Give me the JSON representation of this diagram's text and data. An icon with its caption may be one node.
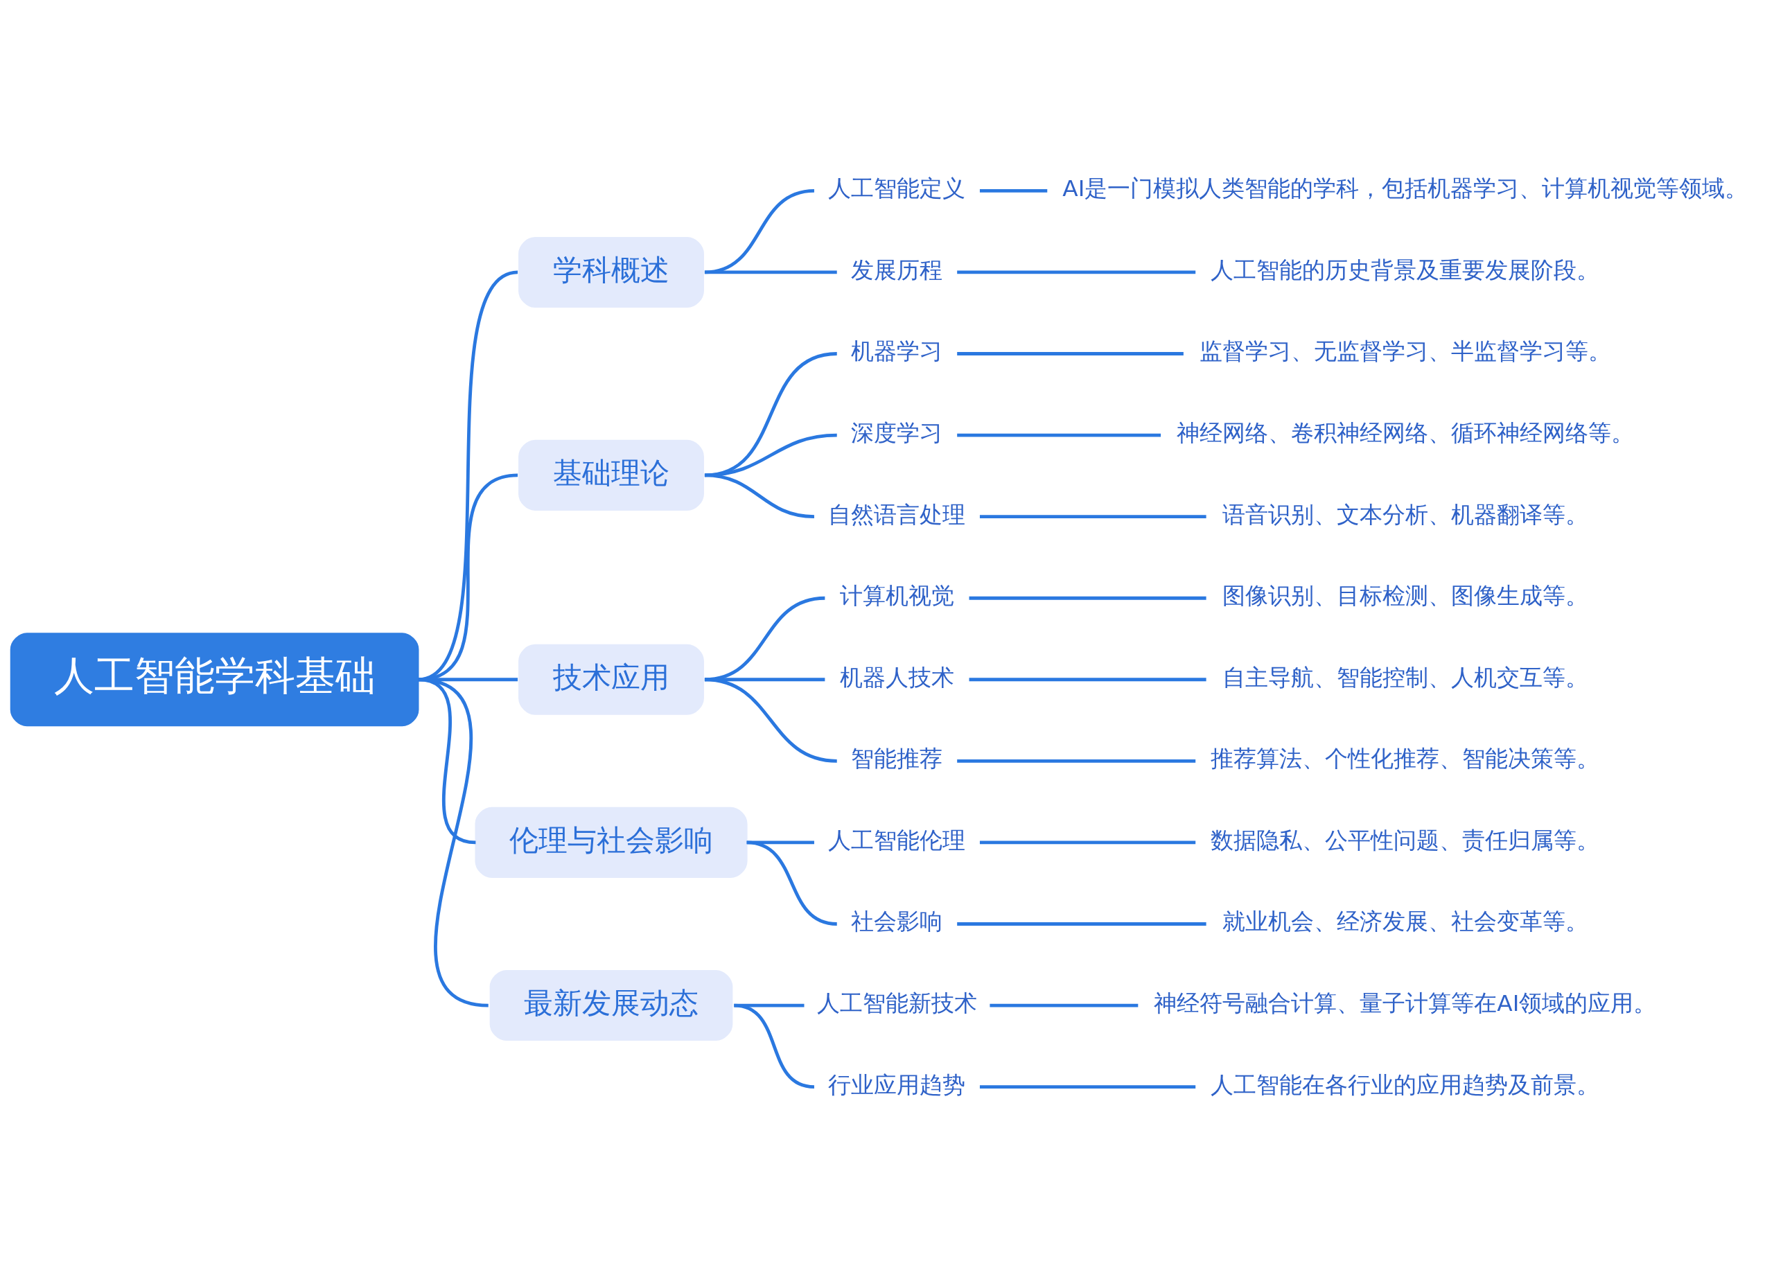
{
  "diagram": {
    "nodes": [
      {
        "text": [
          "人工智能学科基础"
        ]
      },
      {
        "text": [
          "学科概述"
        ]
      },
      {
        "text": [
          "人工智能定义"
        ]
      },
      {
        "text": [
          "AI是一门模拟人类智能的学科，包括机器学习、计算机视觉等领域。"
        ]
      },
      {
        "text": [
          "发展历程"
        ]
      },
      {
        "text": [
          "人工智能的历史背景及重要发展阶段。"
        ]
      },
      {
        "text": [
          "基础理论"
        ]
      },
      {
        "text": [
          "机器学习"
        ]
      },
      {
        "text": [
          "监督学习、无监督学习、半监督学习等。"
        ]
      },
      {
        "text": [
          "深度学习"
        ]
      },
      {
        "text": [
          "神经网络、卷积神经网络、循环神经网络等。"
        ]
      },
      {
        "text": [
          "自然语言处理"
        ]
      },
      {
        "text": [
          "语音识别、文本分析、机器翻译等。"
        ]
      },
      {
        "text": [
          "技术应用"
        ]
      },
      {
        "text": [
          "计算机视觉"
        ]
      },
      {
        "text": [
          "图像识别、目标检测、图像生成等。"
        ]
      },
      {
        "text": [
          "机器人技术"
        ]
      },
      {
        "text": [
          "自主导航、智能控制、人机交互等。"
        ]
      },
      {
        "text": [
          "智能推荐"
        ]
      },
      {
        "text": [
          "推荐算法、个性化推荐、智能决策等。"
        ]
      },
      {
        "text": [
          "伦理与社会影响"
        ]
      },
      {
        "text": [
          "人工智能伦理"
        ]
      },
      {
        "text": [
          "数据隐私、公平性问题、责任归属等。"
        ]
      },
      {
        "text": [
          "社会影响"
        ]
      },
      {
        "text": [
          "就业机会、经济发展、社会变革等。"
        ]
      },
      {
        "text": [
          "最新发展动态"
        ]
      },
      {
        "text": [
          "人工智能新技术"
        ]
      },
      {
        "text": [
          "神经符号融合计算、量子计算等在AI领域的应用。"
        ]
      },
      {
        "text": [
          "行业应用趋势"
        ]
      },
      {
        "text": [
          "人工智能在各行业的应用趋势及前景。"
        ]
      }
    ],
    "edges": [
      {
        "from": 0,
        "to": 1,
        "arrow": "none"
      },
      {
        "from": 1,
        "to": 2,
        "arrow": "none"
      },
      {
        "from": 2,
        "to": 3,
        "arrow": "none"
      },
      {
        "from": 1,
        "to": 4,
        "arrow": "none"
      },
      {
        "from": 4,
        "to": 5,
        "arrow": "none"
      },
      {
        "from": 0,
        "to": 6,
        "arrow": "none"
      },
      {
        "from": 6,
        "to": 7,
        "arrow": "none"
      },
      {
        "from": 7,
        "to": 8,
        "arrow": "none"
      },
      {
        "from": 6,
        "to": 9,
        "arrow": "none"
      },
      {
        "from": 9,
        "to": 10,
        "arrow": "none"
      },
      {
        "from": 6,
        "to": 11,
        "arrow": "none"
      },
      {
        "from": 11,
        "to": 12,
        "arrow": "none"
      },
      {
        "from": 0,
        "to": 13,
        "arrow": "none"
      },
      {
        "from": 13,
        "to": 14,
        "arrow": "none"
      },
      {
        "from": 14,
        "to": 15,
        "arrow": "none"
      },
      {
        "from": 13,
        "to": 16,
        "arrow": "none"
      },
      {
        "from": 16,
        "to": 17,
        "arrow": "none"
      },
      {
        "from": 13,
        "to": 18,
        "arrow": "none"
      },
      {
        "from": 18,
        "to": 19,
        "arrow": "none"
      },
      {
        "from": 0,
        "to": 20,
        "arrow": "none"
      },
      {
        "from": 20,
        "to": 21,
        "arrow": "none"
      },
      {
        "from": 21,
        "to": 22,
        "arrow": "none"
      },
      {
        "from": 20,
        "to": 23,
        "arrow": "none"
      },
      {
        "from": 23,
        "to": 24,
        "arrow": "none"
      },
      {
        "from": 0,
        "to": 25,
        "arrow": "none"
      },
      {
        "from": 25,
        "to": 26,
        "arrow": "none"
      },
      {
        "from": 26,
        "to": 27,
        "arrow": "none"
      },
      {
        "from": 25,
        "to": 28,
        "arrow": "none"
      },
      {
        "from": 28,
        "to": 29,
        "arrow": "none"
      }
    ]
  }
}
